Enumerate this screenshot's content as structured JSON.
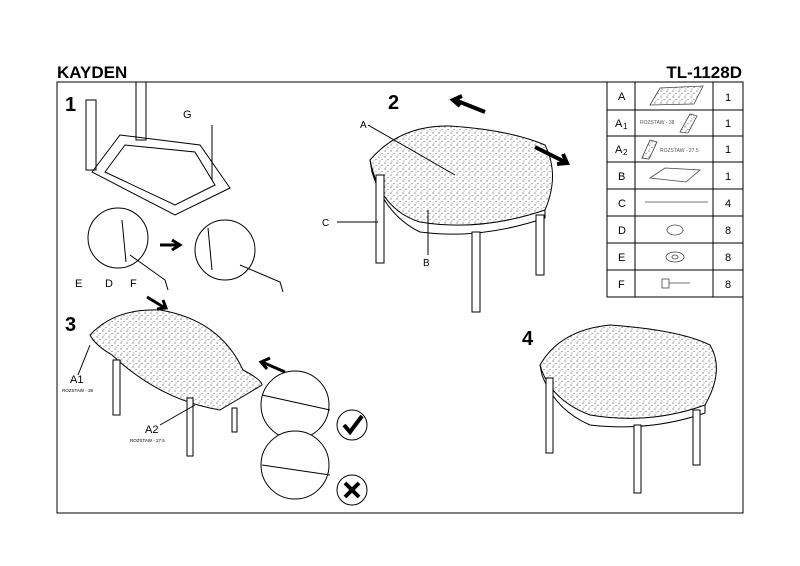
{
  "header": {
    "model_name": "KAYDEN",
    "product_code": "TL-1128D"
  },
  "steps": [
    {
      "number": "1",
      "labels": [
        "G",
        "E",
        "D",
        "F"
      ]
    },
    {
      "number": "2",
      "labels": [
        "A",
        "C",
        "B"
      ]
    },
    {
      "number": "3",
      "labels": [
        "A1",
        "A2"
      ],
      "notes": [
        "ROZSTAW - 38",
        "ROZSTAW - 27.5"
      ]
    },
    {
      "number": "4"
    }
  ],
  "parts": [
    {
      "id": "A",
      "sub": "",
      "qty": "1",
      "icon": "tabletop-icon"
    },
    {
      "id": "A",
      "sub": "1",
      "qty": "1",
      "note": "ROZSTAW - 38",
      "icon": "extension-leaf-icon"
    },
    {
      "id": "A",
      "sub": "2",
      "qty": "1",
      "note": "ROZSTAW - 27.5",
      "icon": "extension-leaf-icon"
    },
    {
      "id": "B",
      "sub": "",
      "qty": "1",
      "icon": "frame-icon"
    },
    {
      "id": "C",
      "sub": "",
      "qty": "4",
      "icon": "leg-icon"
    },
    {
      "id": "D",
      "sub": "",
      "qty": "8",
      "icon": "spring-washer-icon"
    },
    {
      "id": "E",
      "sub": "",
      "qty": "8",
      "icon": "washer-icon"
    },
    {
      "id": "F",
      "sub": "",
      "qty": "8",
      "icon": "bolt-icon"
    }
  ]
}
